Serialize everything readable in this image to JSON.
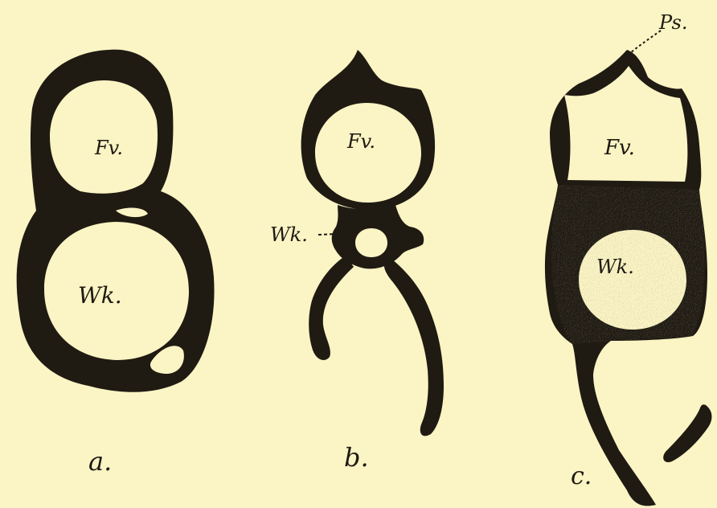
{
  "colors": {
    "background": "#fbf4c4",
    "ink": "#1f1a12",
    "speckle_light": "#5a5240"
  },
  "labels": {
    "a": {
      "upper": "Fv.",
      "lower": "Wk.",
      "caption": "a."
    },
    "b": {
      "upper": "Fv.",
      "side": "Wk.",
      "caption": "b."
    },
    "c": {
      "upper": "Fv.",
      "lower": "Wk.",
      "top": "Ps.",
      "caption": "c."
    }
  }
}
